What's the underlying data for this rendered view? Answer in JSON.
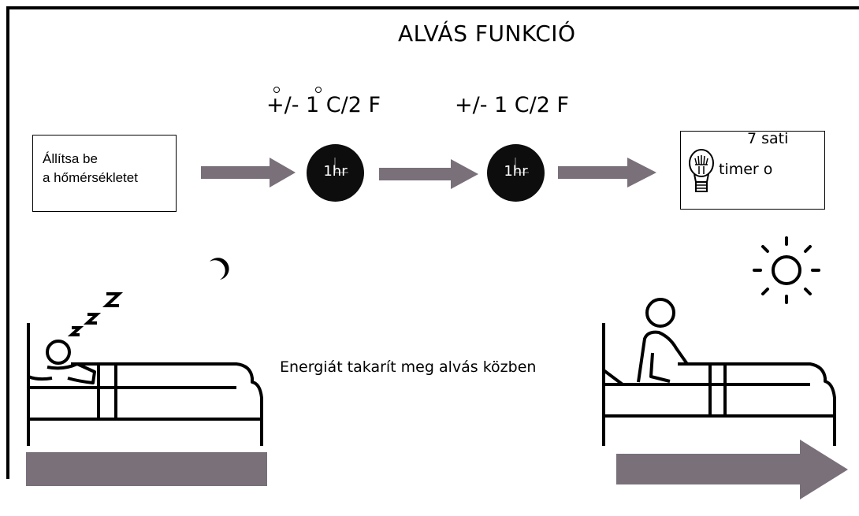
{
  "title": "ALVÁS FUNKCIÓ",
  "temp_step_1": "+/- 1 C/2 F",
  "temp_step_2": "+/- 1 C/2 F",
  "start_box": {
    "line1": "Állítsa be",
    "line2": "a hőmérsékletet"
  },
  "clock_1_label": "1hr",
  "clock_2_label": "1hr",
  "end_box": {
    "line1": "7 sati",
    "line2": "timer o"
  },
  "caption": "Energiát takarít meg alvás közben",
  "colors": {
    "arrow": "#79707a",
    "clock": "#0d0d0d",
    "line": "#000000"
  },
  "icons": [
    "moon-icon",
    "sleeping-person-bed-icon",
    "sun-icon",
    "waking-person-bed-icon",
    "light-bulb-icon",
    "clock-icon"
  ]
}
